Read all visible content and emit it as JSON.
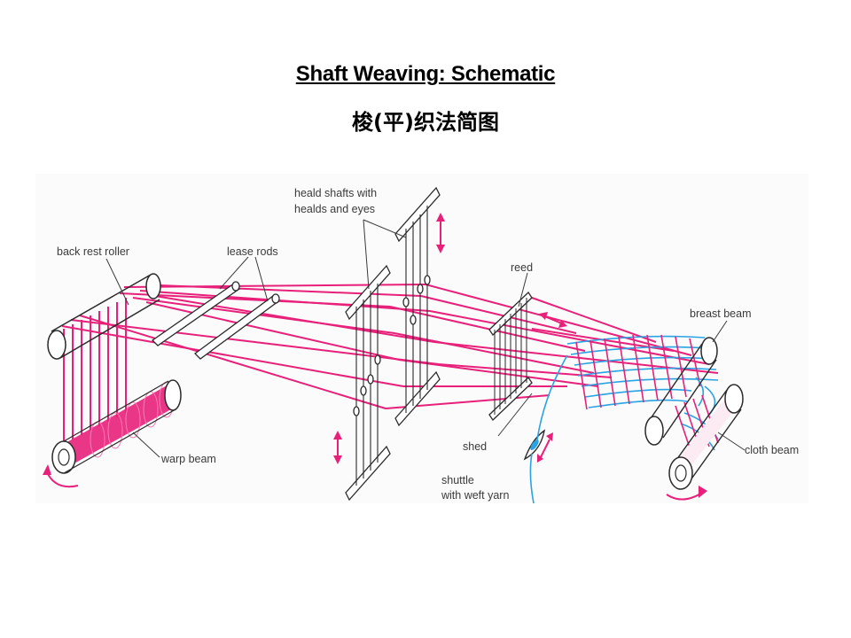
{
  "slide": {
    "title": "Shaft Weaving: Schematic",
    "subtitle": "梭(平)织法简图"
  },
  "diagram": {
    "labels": {
      "back_rest_roller": "back rest roller",
      "lease_rods": "lease rods",
      "heald_shafts_line1": "heald shafts with",
      "heald_shafts_line2": "healds and eyes",
      "reed": "reed",
      "breast_beam": "breast beam",
      "warp_beam": "warp beam",
      "shed": "shed",
      "shuttle_line1": "shuttle",
      "shuttle_line2": "with weft yarn",
      "cloth_beam": "cloth beam"
    },
    "colors": {
      "warp_yarn": "#e8207a",
      "weft_yarn": "#29a3e3",
      "motion_arrow": "#e8207a",
      "frame": "#2a2a2a"
    },
    "icons": {
      "motion": "double-arrow-icon",
      "rotation": "curved-arrow-icon"
    }
  }
}
